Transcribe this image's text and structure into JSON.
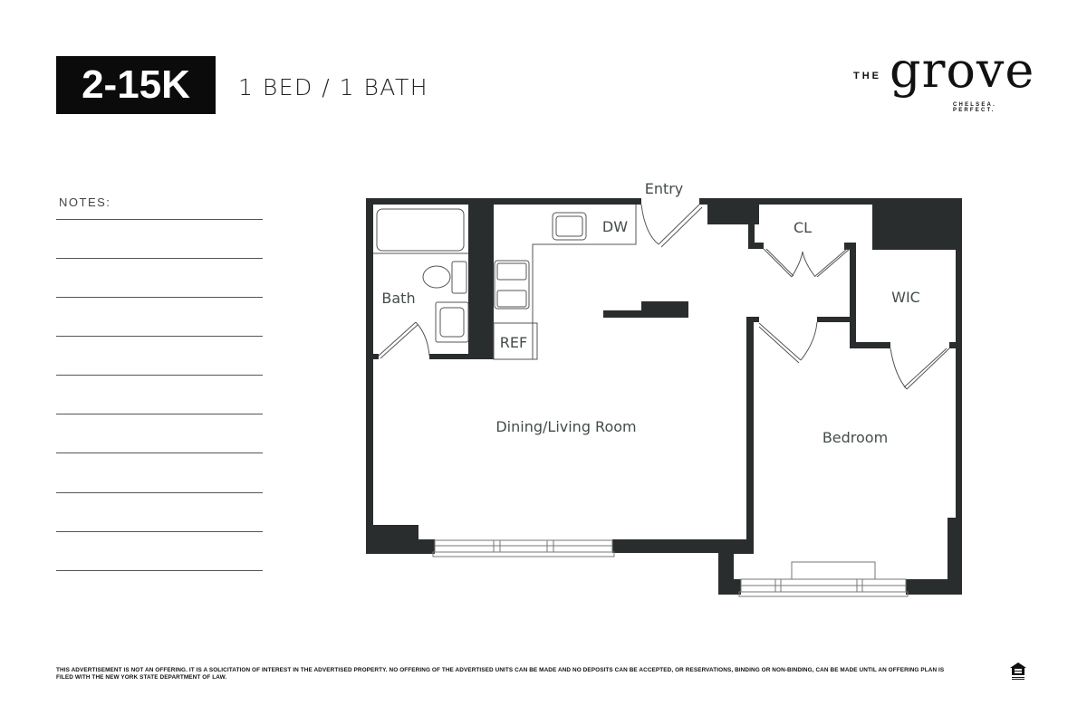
{
  "header": {
    "unit": "2-15K",
    "unit_type": "1 BED / 1 BATH"
  },
  "logo": {
    "prefix": "THE",
    "wordmark": "grove",
    "tagline": "CHELSEA. PERFECT."
  },
  "notes": {
    "label": "NOTES:",
    "line_count": 10
  },
  "floorplan": {
    "rooms": {
      "entry": "Entry",
      "dw": "DW",
      "cl": "CL",
      "bath": "Bath",
      "wic": "WIC",
      "ref": "REF",
      "living": "Dining/Living Room",
      "bedroom": "Bedroom"
    },
    "colors": {
      "wall": "#2a2d2e",
      "label": "#444c4c",
      "fixture": "#555555"
    }
  },
  "footer": {
    "disclaimer": "THIS ADVERTISEMENT IS NOT AN OFFERING. IT IS A SOLICITATION OF INTEREST IN THE ADVERTISED PROPERTY. NO OFFERING OF THE ADVERTISED UNITS CAN BE MADE AND NO DEPOSITS CAN BE ACCEPTED, OR RESERVATIONS, BINDING OR NON-BINDING, CAN BE MADE UNTIL AN OFFERING PLAN IS FILED WITH THE NEW YORK STATE DEPARTMENT OF LAW.",
    "icon": "equal-housing-opportunity-icon"
  }
}
